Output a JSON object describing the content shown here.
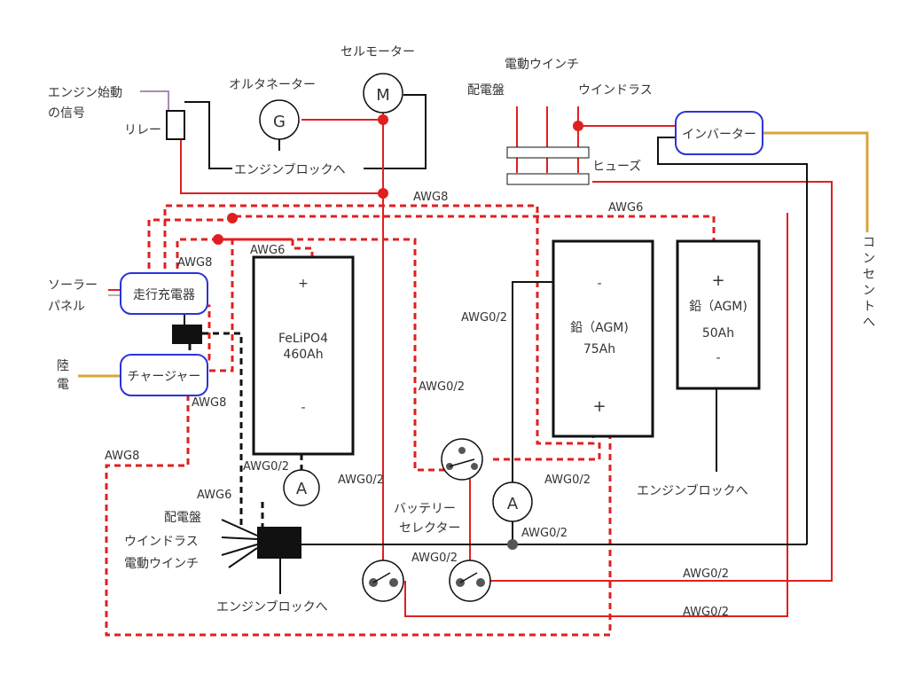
{
  "labels": {
    "engine_signal": [
      "エンジン始動",
      "の信号"
    ],
    "relay": "リレー",
    "alternator": "オルタネーター",
    "alternator_symbol": "G",
    "starter": "セルモーター",
    "starter_symbol": "M",
    "to_engine_block_top": "エンジンブロックへ",
    "electric_winch_top": "電動ウインチ",
    "distribution_board_top": "配電盤",
    "windlass_top": "ウインドラス",
    "fuse": "ヒューズ",
    "inverter": "インバーター",
    "outlet": "コンセントへ",
    "solar": [
      "ソーラー",
      "パネル"
    ],
    "dc_charger": "走行充電器",
    "shore": [
      "陸",
      "電"
    ],
    "charger": "チャージャー",
    "lifepo4": [
      "FeLiPO4",
      "460Ah"
    ],
    "agm75": [
      "鉛（AGM)",
      "75Ah"
    ],
    "agm50": [
      "鉛（AGM)",
      "50Ah"
    ],
    "plus": "+",
    "minus": "-",
    "ammeter": "A",
    "battery_selector": [
      "バッテリー",
      "セレクター"
    ],
    "loads_left": [
      "配電盤",
      "ウインドラス",
      "電動ウインチ"
    ],
    "to_engine_block_bottom": "エンジンブロックへ",
    "to_engine_block_right": "エンジンブロックへ"
  },
  "wire_labels": {
    "awg8_top": "AWG8",
    "awg6_top": "AWG6",
    "awg8_dc": "AWG8",
    "awg6_lfp": "AWG6",
    "awg02_left": "AWG0/2",
    "awg02_selector": "AWG0/2",
    "awg8_charger": "AWG8",
    "awg8_left": "AWG8",
    "awg02_lfp_bottom": "AWG0/2",
    "awg02_ammeter": "AWG0/2",
    "awg6_bus": "AWG6",
    "awg02_agm_bottom": "AWG0/2",
    "awg02_bus": "AWG0/2",
    "awg02_sw": "AWG0/2",
    "awg02_right1": "AWG0/2",
    "awg02_right2": "AWG0/2"
  },
  "colors": {
    "positive": "#e02020",
    "negative": "#111111",
    "ac": "#d9a43a",
    "signal": "#a88ab8",
    "charger_border": "#2c33d6"
  }
}
